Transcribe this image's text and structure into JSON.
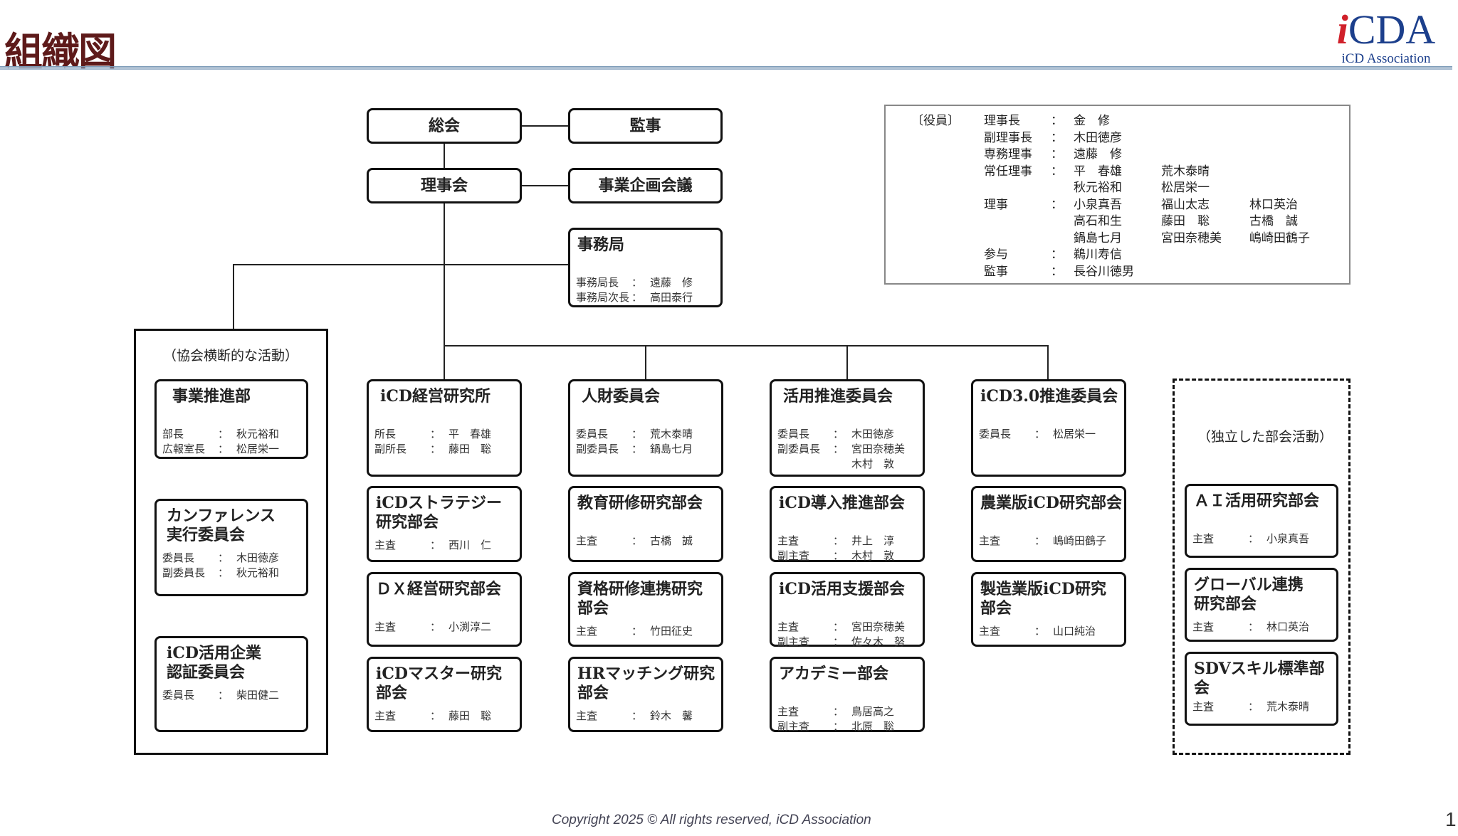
{
  "header": {
    "title": "組織図",
    "logo_mark_i": "i",
    "logo_mark_rest": "CDA",
    "logo_sub": "iCD Association"
  },
  "labels": {
    "sep": "："
  },
  "top": {
    "general_meeting": "総会",
    "auditor": "監事",
    "board": "理事会",
    "planning": "事業企画会議",
    "secretariat": {
      "title": "事務局",
      "lines": [
        {
          "role": "事務局長",
          "name": "遠藤　修"
        },
        {
          "role": "事務局次長",
          "name": "高田泰行"
        }
      ]
    }
  },
  "officers": {
    "label": "〔役員〕",
    "rows": [
      {
        "role": "理事長",
        "names": [
          [
            "金　修"
          ]
        ]
      },
      {
        "role": "副理事長",
        "names": [
          [
            "木田徳彦"
          ]
        ]
      },
      {
        "role": "専務理事",
        "names": [
          [
            "遠藤　修"
          ]
        ]
      },
      {
        "role": "常任理事",
        "names": [
          [
            "平　春雄",
            "荒木泰晴"
          ],
          [
            "秋元裕和",
            "松居栄一"
          ]
        ]
      },
      {
        "role": "理事",
        "names": [
          [
            "小泉真吾",
            "福山太志",
            "林口英治"
          ],
          [
            "高石和生",
            "藤田　聡",
            "古橋　誠"
          ],
          [
            "鍋島七月",
            "宮田奈穂美",
            "嶋崎田鶴子"
          ]
        ]
      },
      {
        "role": "参与",
        "names": [
          [
            "鵜川寿信"
          ]
        ]
      },
      {
        "role": "監事",
        "names": [
          [
            "長谷川徳男"
          ]
        ]
      }
    ]
  },
  "cross": {
    "label": "（協会横断的な活動）",
    "boxes": [
      {
        "title": "事業推進部",
        "lines": [
          {
            "role": "部長",
            "name": "秋元裕和"
          },
          {
            "role": "広報室長",
            "name": "松居栄一"
          }
        ]
      },
      {
        "title": "カンファレンス\n実行委員会",
        "lines": [
          {
            "role": "委員長",
            "name": "木田徳彦"
          },
          {
            "role": "副委員長",
            "name": "秋元裕和"
          }
        ]
      },
      {
        "title": "iCD活用企業\n認証委員会",
        "lines": [
          {
            "role": "委員長",
            "name": "柴田健二"
          }
        ]
      }
    ]
  },
  "columns": [
    [
      {
        "title": "iCD経営研究所",
        "lines": [
          {
            "role": "所長",
            "name": "平　春雄"
          },
          {
            "role": "副所長",
            "name": "藤田　聡"
          }
        ]
      },
      {
        "title": "iCDストラテジー\n研究部会",
        "lines": [
          {
            "role": "主査",
            "name": "西川　仁"
          }
        ]
      },
      {
        "title": "ＤＸ経営研究部会",
        "lines": [
          {
            "role": "主査",
            "name": "小渕淳二"
          }
        ]
      },
      {
        "title": "iCDマスター研究\n部会",
        "lines": [
          {
            "role": "主査",
            "name": "藤田　聡"
          }
        ]
      }
    ],
    [
      {
        "title": "人財委員会",
        "lines": [
          {
            "role": "委員長",
            "name": "荒木泰晴"
          },
          {
            "role": "副委員長",
            "name": "鍋島七月"
          }
        ]
      },
      {
        "title": "教育研修研究部会",
        "lines": [
          {
            "role": "主査",
            "name": "古橋　誠"
          }
        ]
      },
      {
        "title": "資格研修連携研究\n部会",
        "lines": [
          {
            "role": "主査",
            "name": "竹田征史"
          }
        ]
      },
      {
        "title": "HRマッチング研究\n部会",
        "lines": [
          {
            "role": "主査",
            "name": "鈴木　馨"
          }
        ]
      }
    ],
    [
      {
        "title": "活用推進委員会",
        "lines": [
          {
            "role": "委員長",
            "name": "木田徳彦"
          },
          {
            "role": "副委員長",
            "name": "宮田奈穂美"
          },
          {
            "role": "",
            "name": "木村　敦"
          }
        ]
      },
      {
        "title": "iCD導入推進部会",
        "lines": [
          {
            "role": "主査",
            "name": "井上　淳"
          },
          {
            "role": "副主査",
            "name": "木村　敦"
          }
        ]
      },
      {
        "title": "iCD活用支援部会",
        "lines": [
          {
            "role": "主査",
            "name": "宮田奈穂美"
          },
          {
            "role": "副主査",
            "name": "佐々木　努"
          }
        ]
      },
      {
        "title": "アカデミー部会",
        "lines": [
          {
            "role": "主査",
            "name": "鳥居高之"
          },
          {
            "role": "副主査",
            "name": "北原　聡"
          }
        ]
      }
    ],
    [
      {
        "title": "iCD3.0推進委員会",
        "lines": [
          {
            "role": "委員長",
            "name": "松居栄一"
          }
        ]
      },
      {
        "title": "農業版iCD研究部会",
        "lines": [
          {
            "role": "主査",
            "name": "嶋崎田鶴子"
          }
        ]
      },
      {
        "title": "製造業版iCD研究\n部会",
        "lines": [
          {
            "role": "主査",
            "name": "山口純治"
          }
        ]
      }
    ]
  ],
  "independent": {
    "label": "（独立した部会活動）",
    "boxes": [
      {
        "title": "ＡＩ活用研究部会",
        "lines": [
          {
            "role": "主査",
            "name": "小泉真吾"
          }
        ]
      },
      {
        "title": "グローバル連携\n研究部会",
        "lines": [
          {
            "role": "主査",
            "name": "林口英治"
          }
        ]
      },
      {
        "title": "SDVスキル標準部会",
        "lines": [
          {
            "role": "主査",
            "name": "荒木泰晴"
          }
        ]
      }
    ]
  },
  "footer": {
    "copyright": "Copyright 2025 © All rights reserved, iCD Association",
    "page_number": "1"
  }
}
